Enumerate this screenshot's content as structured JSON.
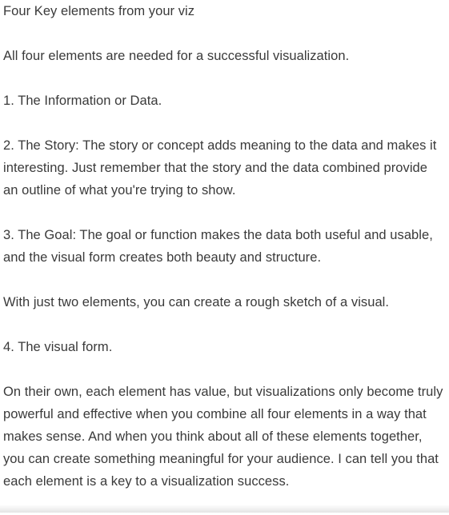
{
  "document": {
    "title": "Four Key elements from your viz",
    "paragraphs": [
      "All four elements are needed for a successful visualization.",
      "1. The Information or Data.",
      "2. The Story: The story or concept adds meaning to the data and makes it interesting. Just remember that the story and the data combined provide an outline of what you're trying to show.",
      "3. The Goal: The goal or function makes the data both useful and usable, and the visual form creates both beauty and structure.",
      "With just two elements, you can create a rough sketch of a visual.",
      "4. The visual form.",
      "On their own, each element has value, but visualizations only become truly powerful and effective when you combine all four elements in a way that makes sense. And when you think about all of these elements together, you can create something meaningful for your audience. I can tell you that each element is a key to a visualization success."
    ]
  }
}
